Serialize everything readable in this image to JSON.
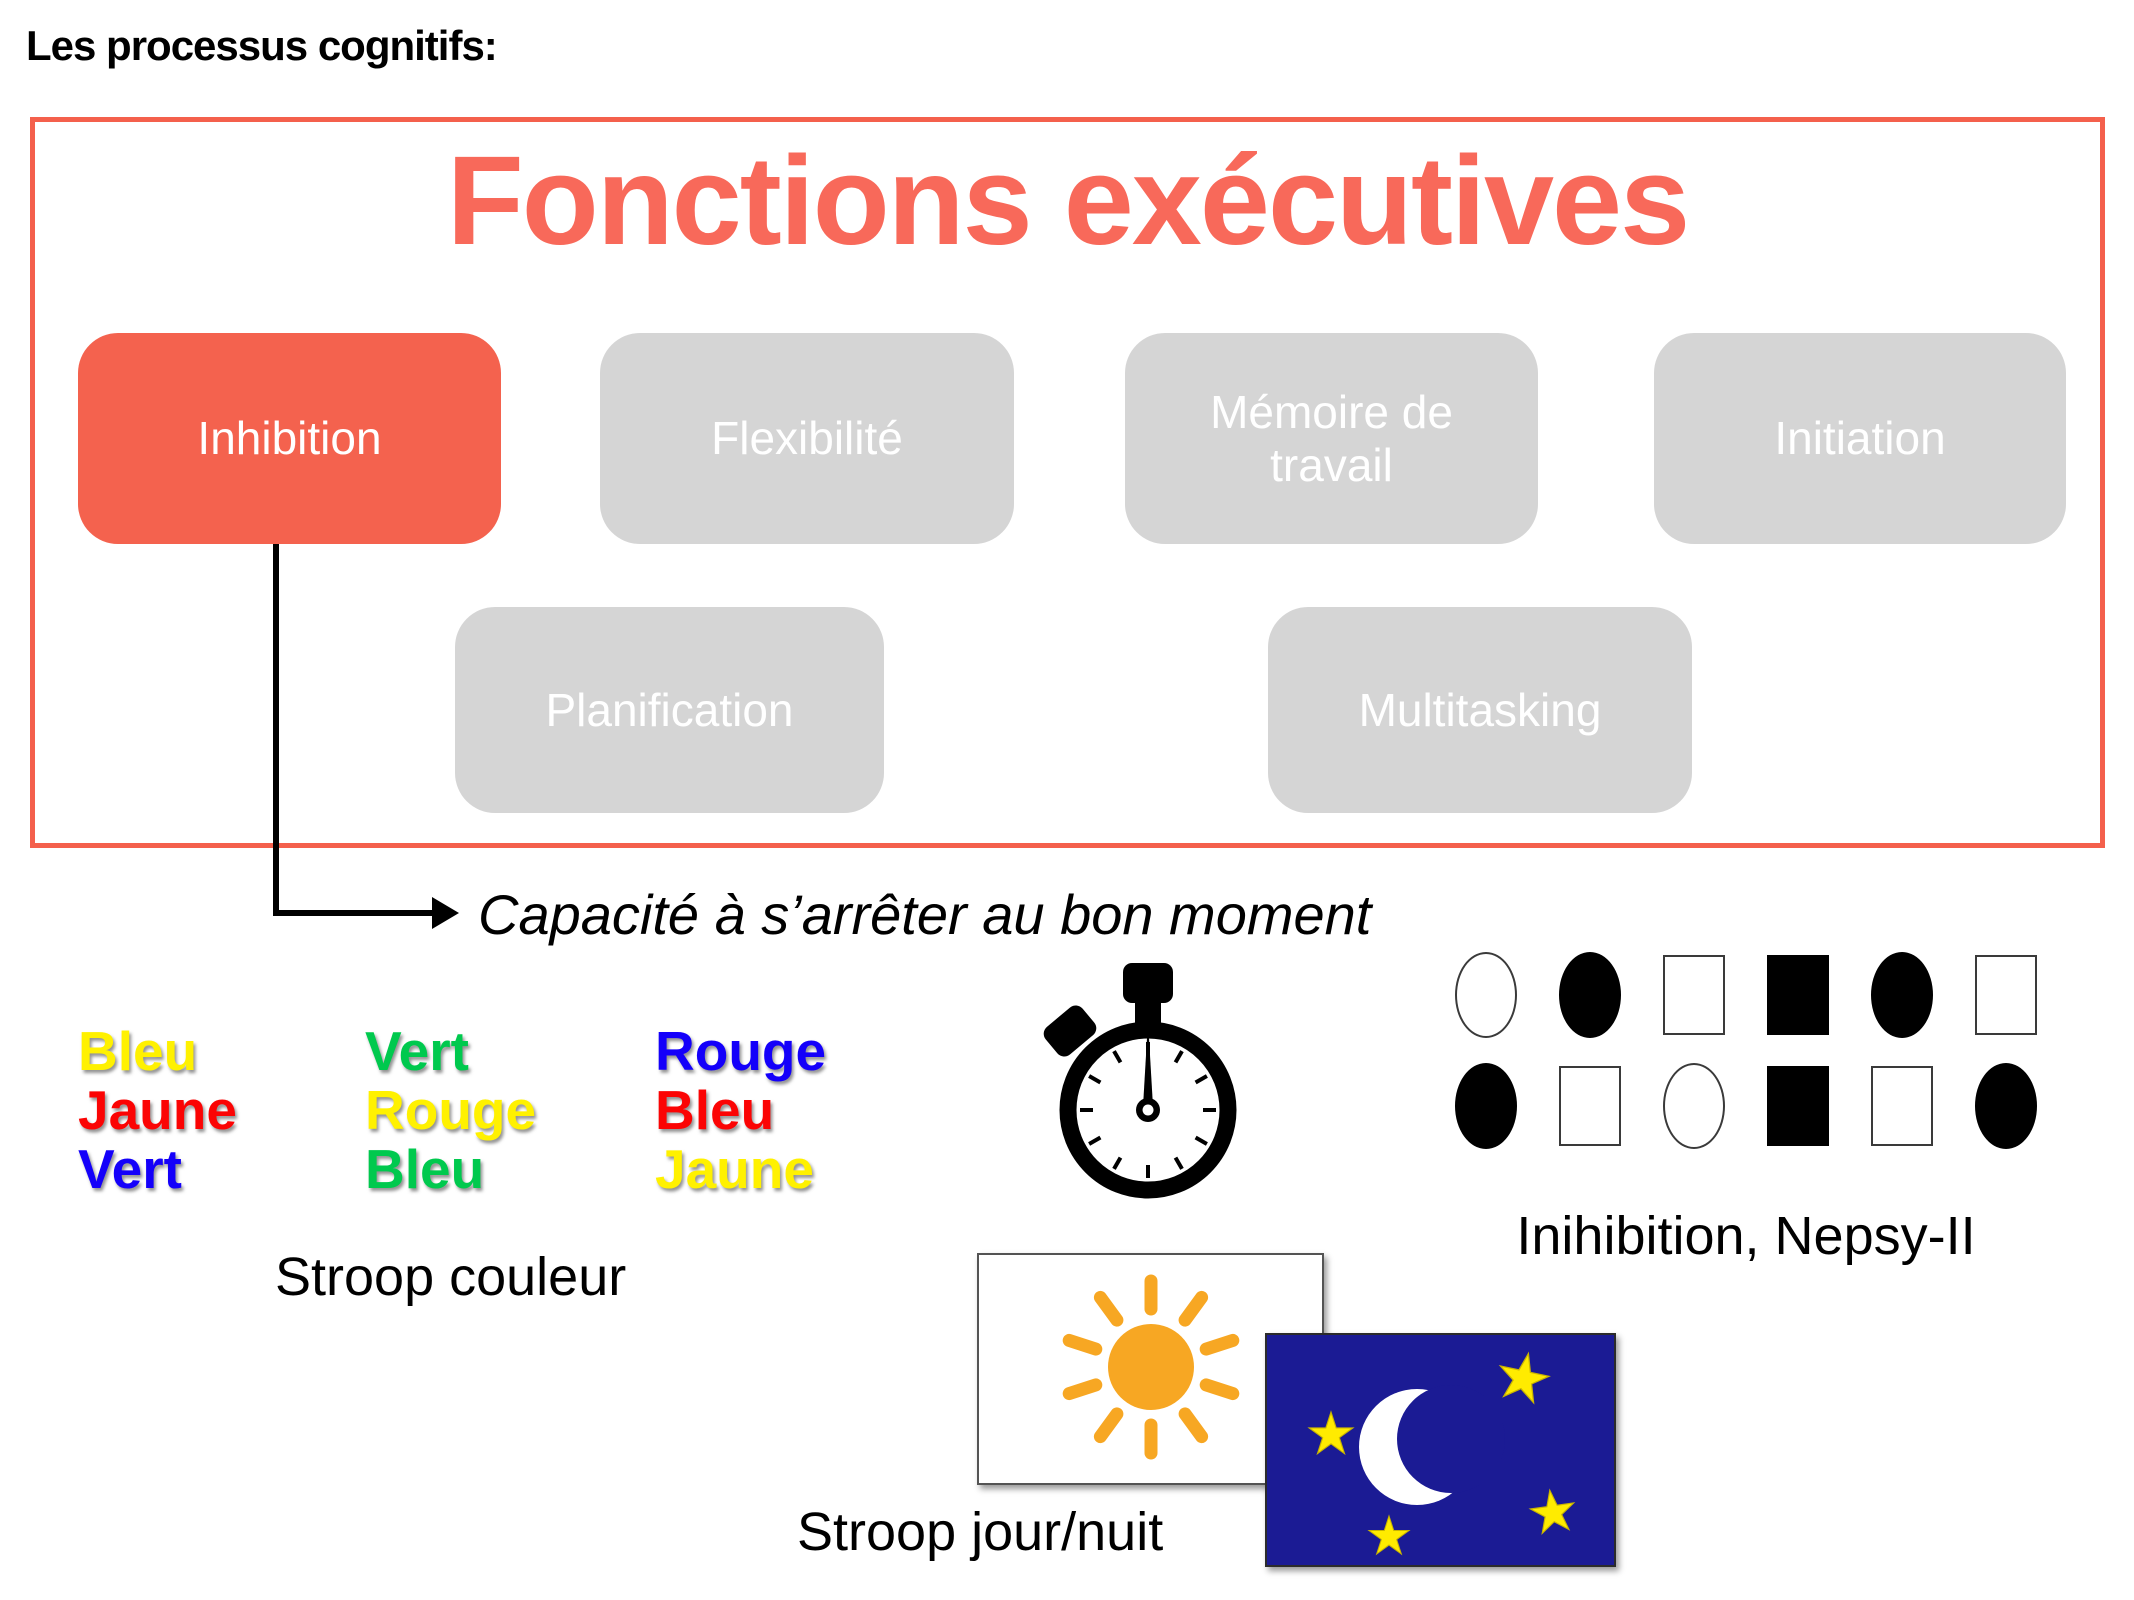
{
  "page": {
    "title": "Les processus cognitifs:"
  },
  "executive": {
    "title": "Fonctions exécutives",
    "row1": [
      {
        "label": "Inhibition",
        "state": "highlighted"
      },
      {
        "label": "Flexibilité",
        "state": "default"
      },
      {
        "label": "Mémoire de\ntravail",
        "state": "default"
      },
      {
        "label": "Initiation",
        "state": "default"
      }
    ],
    "row2": [
      {
        "label": "Planification",
        "state": "default"
      },
      {
        "label": "Multitasking",
        "state": "default"
      }
    ],
    "annotation": "Capacité à s’arrêter au bon moment"
  },
  "stroop_couleur": {
    "caption": "Stroop couleur",
    "columns": [
      {
        "words": [
          {
            "text": "Bleu",
            "ink": "yellow"
          },
          {
            "text": "Jaune",
            "ink": "red"
          },
          {
            "text": "Vert",
            "ink": "blue"
          }
        ]
      },
      {
        "words": [
          {
            "text": "Vert",
            "ink": "green"
          },
          {
            "text": "Rouge",
            "ink": "yellow"
          },
          {
            "text": "Bleu",
            "ink": "green"
          }
        ]
      },
      {
        "words": [
          {
            "text": "Rouge",
            "ink": "blue"
          },
          {
            "text": "Bleu",
            "ink": "red"
          },
          {
            "text": "Jaune",
            "ink": "yellow"
          }
        ]
      }
    ],
    "ink_colors": {
      "yellow": "#FFF100",
      "red": "#FB0404",
      "blue": "#1400FA",
      "green": "#00C94E"
    }
  },
  "nepsy": {
    "caption": "Inihibition, Nepsy-II",
    "rows": [
      [
        "circle-outline",
        "circle-filled",
        "square-outline",
        "square-filled",
        "circle-filled",
        "square-outline"
      ],
      [
        "circle-filled",
        "square-outline",
        "circle-outline",
        "square-filled",
        "square-outline",
        "circle-filled"
      ]
    ]
  },
  "jour_nuit": {
    "caption": "Stroop jour/nuit"
  },
  "colors": {
    "coral_fill": "#F4624E",
    "coral_border": "#F4604C",
    "coral_title": "#F8695A",
    "box_gray": "#D5D5D5",
    "night_navy": "#1B1B94",
    "sun_orange": "#F7A723",
    "star_yellow": "#FFEB00"
  }
}
